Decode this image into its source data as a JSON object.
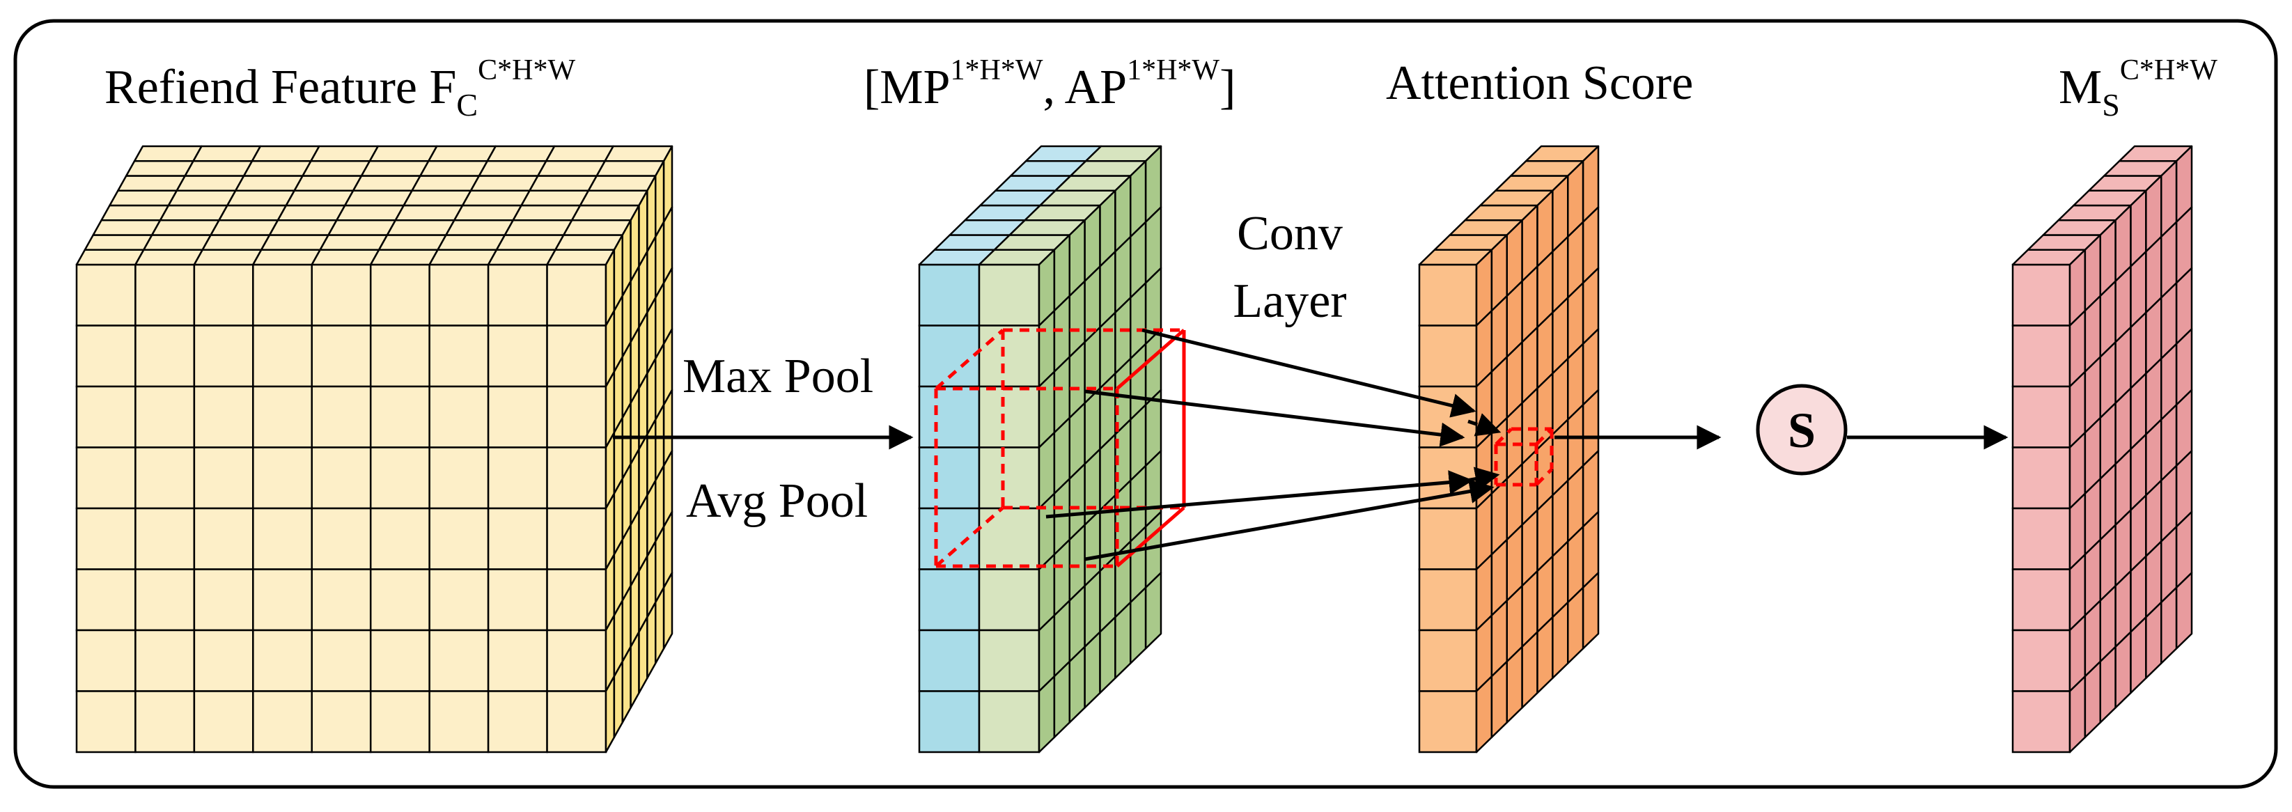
{
  "labels": {
    "refined_feature": {
      "main": "Refiend Feature F",
      "sub": "C",
      "sup": "C*H*W"
    },
    "pooled": {
      "open": "[MP",
      "sup1": "1*H*W",
      "mid": ", AP",
      "sup2": "1*H*W",
      "close": "]"
    },
    "attention": "Attention Score",
    "output": {
      "main": "M",
      "sub": "S",
      "sup": "C*H*W"
    },
    "conv_line1": "Conv",
    "conv_line2": "Layer",
    "max_pool": "Max Pool",
    "avg_pool": "Avg Pool",
    "sigmoid": "S"
  },
  "colors": {
    "feature_face": "#fdefc8",
    "feature_side": "#fbe38a",
    "maxpool_face": "#a9dce8",
    "maxpool_top": "#bfe4f0",
    "avgpool_face": "#d7e4bf",
    "avgpool_side": "#a9c98a",
    "attention_face": "#fbc08a",
    "attention_side": "#f7a469",
    "output_face": "#f3b8b8",
    "output_side": "#e89b9e",
    "sigmoid_fill": "#f9dcdc",
    "highlight": "#ff0000"
  }
}
